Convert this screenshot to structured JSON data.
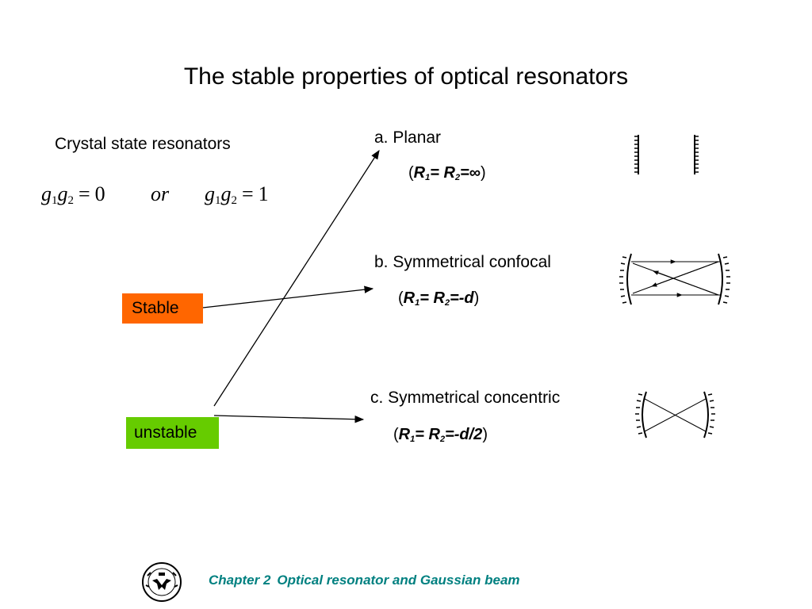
{
  "slide": {
    "title": "The stable properties of optical resonators",
    "left": {
      "heading": "Crystal state resonators",
      "formula_1": {
        "a": "g",
        "a_sub": "1",
        "b": "g",
        "b_sub": "2",
        "eq": "=",
        "value": "0"
      },
      "connector": "or",
      "formula_2": {
        "a": "g",
        "a_sub": "1",
        "b": "g",
        "b_sub": "2",
        "eq": "=",
        "value": "1"
      }
    },
    "badges": {
      "stable": "Stable",
      "unstable": "unstable"
    },
    "cases": [
      {
        "label": "a.  Planar",
        "cond_open": "(",
        "r1": "R",
        "s1": "1",
        "mid": "= R",
        "s2": "2",
        "rhs": "=∞",
        "cond_close": ")"
      },
      {
        "label": "b. Symmetrical confocal",
        "cond_open": "(",
        "r1": "R",
        "s1": "1",
        "mid": "= R",
        "s2": "2",
        "rhs": "=-d",
        "cond_close": ")"
      },
      {
        "label": "c. Symmetrical concentric",
        "cond_open": "(",
        "r1": "R",
        "s1": "1",
        "mid": "= R",
        "s2": "2",
        "rhs": "=-d/2",
        "cond_close": ")"
      }
    ],
    "footer": {
      "chapter": "Chapter 2",
      "topic": "Optical resonator and Gaussian beam"
    },
    "colors": {
      "stable_bg": "#ff6600",
      "unstable_bg": "#66cc00",
      "footer_text": "#008080"
    },
    "icons": {
      "logo": "university-seal-icon"
    }
  }
}
